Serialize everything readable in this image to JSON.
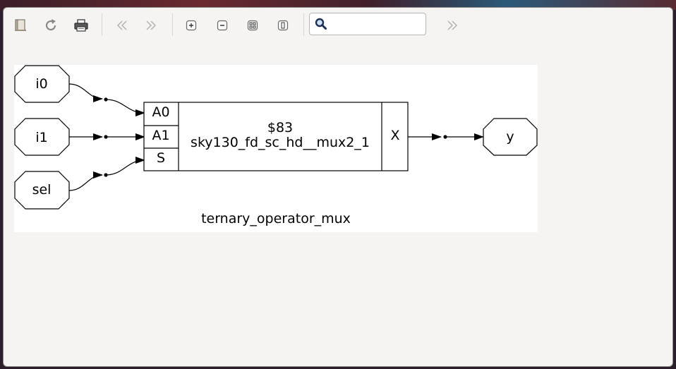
{
  "toolbar": {
    "buttons": [
      {
        "name": "open-button",
        "icon": "folder-icon",
        "enabled": true
      },
      {
        "name": "reload-button",
        "icon": "reload-icon",
        "enabled": true
      },
      {
        "name": "save-button",
        "icon": "printer-icon",
        "enabled": true
      },
      {
        "name": "back-button",
        "icon": "back-arrow-icon",
        "enabled": false
      },
      {
        "name": "forward-button",
        "icon": "forward-arrow-icon",
        "enabled": false
      },
      {
        "name": "zoom-in-button",
        "icon": "zoom-in-icon",
        "enabled": true
      },
      {
        "name": "zoom-out-button",
        "icon": "zoom-out-icon",
        "enabled": true
      },
      {
        "name": "zoom-fit-button",
        "icon": "zoom-fit-icon",
        "enabled": true
      },
      {
        "name": "zoom-original-button",
        "icon": "zoom-original-icon",
        "enabled": true
      }
    ],
    "search": {
      "value": "",
      "placeholder": "",
      "icon": "search-icon"
    },
    "find-next": {
      "icon": "find-next-icon",
      "enabled": false
    }
  },
  "diagram": {
    "inputs": [
      "i0",
      "i1",
      "sel"
    ],
    "output": "y",
    "cell": {
      "id": "$83",
      "type": "sky130_fd_sc_hd__mux2_1",
      "ports_in": [
        "A0",
        "A1",
        "S"
      ],
      "port_out": "X"
    },
    "module_name": "ternary_operator_mux"
  },
  "colors": {
    "window_bg": "#f5f4f2",
    "canvas_bg": "#ffffff",
    "stroke": "#000000",
    "disabled_icon": "#b0aeab"
  }
}
